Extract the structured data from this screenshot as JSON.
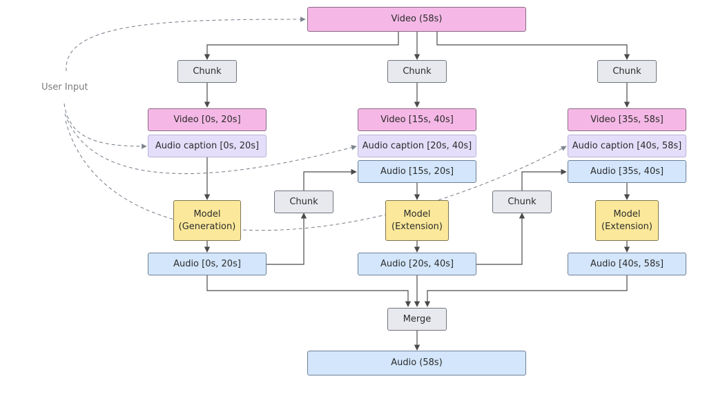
{
  "nodes": {
    "video_full": "Video (58s)",
    "chunk": "Chunk",
    "col1": {
      "video": "Video [0s, 20s]",
      "caption": "Audio caption [0s, 20s]",
      "model_line1": "Model",
      "model_line2": "(Generation)",
      "audio_out": "Audio [0s, 20s]"
    },
    "col2": {
      "video": "Video [15s, 40s]",
      "caption": "Audio caption [20s, 40s]",
      "audio_in": "Audio [15s, 20s]",
      "model_line1": "Model",
      "model_line2": "(Extension)",
      "audio_out": "Audio [20s, 40s]"
    },
    "col3": {
      "video": "Video [35s, 58s]",
      "caption": "Audio caption [40s, 58s]",
      "audio_in": "Audio [35s, 40s]",
      "model_line1": "Model",
      "model_line2": "(Extension)",
      "audio_out": "Audio [40s, 58s]"
    },
    "merge": "Merge",
    "audio_full": "Audio (58s)"
  },
  "user_input_label": "User Input",
  "colors": {
    "video": "#f5b8e6",
    "chunk": "#e7e9ee",
    "caption": "#e4defa",
    "audio": "#d3e6fb",
    "model": "#fbe89a",
    "arrow": "#4a4a4a",
    "dashed": "#7d8590"
  }
}
